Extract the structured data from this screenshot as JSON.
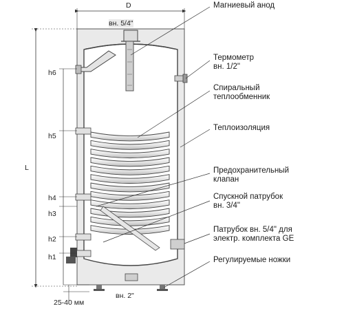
{
  "dimensions": {
    "width": "D",
    "height": "L",
    "h1": "h1",
    "h2": "h2",
    "h3": "h3",
    "h4": "h4",
    "h5": "h5",
    "h6": "h6",
    "feet_height": "25-40 мм",
    "top_connection": "вн. 5/4\"",
    "bottom_connection": "вн. 2\""
  },
  "callouts": [
    {
      "line1": "Магниевый анод",
      "line2": ""
    },
    {
      "line1": "Термометр",
      "line2": "вн. 1/2\""
    },
    {
      "line1": "Спиральный",
      "line2": "теплообменник"
    },
    {
      "line1": "Теплоизоляция",
      "line2": ""
    },
    {
      "line1": "Предохранительный",
      "line2": "клапан"
    },
    {
      "line1": "Спускной патрубок",
      "line2": "вн. 3/4\""
    },
    {
      "line1": "Патрубок вн. 5/4\" для",
      "line2": "электр. комплекта GE"
    },
    {
      "line1": "Регулируемые ножки",
      "line2": ""
    }
  ],
  "colors": {
    "insulation": "#eaeaea",
    "tank_fill": "#ffffff",
    "stroke": "#333333",
    "coil": "#f2f2f2"
  }
}
